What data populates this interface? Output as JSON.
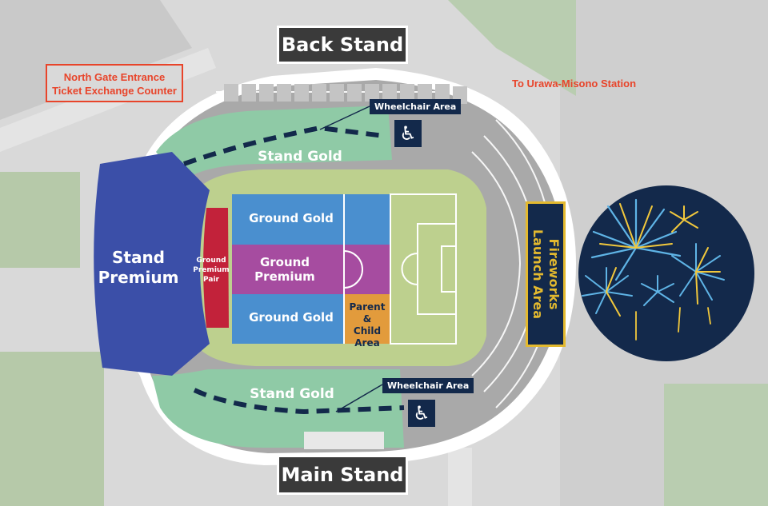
{
  "map": {
    "gate_label_line1": "North Gate Entrance",
    "gate_label_line2": "Ticket Exchange Counter",
    "station_label": "To Urawa-Misono Station",
    "back_stand": "Back Stand",
    "main_stand": "Main Stand",
    "wheelchair_top": "Wheelchair Area",
    "wheelchair_bottom": "Wheelchair Area",
    "stand_gold_top": "Stand Gold",
    "stand_gold_bottom": "Stand Gold",
    "stand_premium_line1": "Stand",
    "stand_premium_line2": "Premium",
    "ground_premium_pair_line1": "Ground",
    "ground_premium_pair_line2": "Premium",
    "ground_premium_pair_line3": "Pair",
    "ground_gold_top": "Ground Gold",
    "ground_gold_bottom": "Ground Gold",
    "ground_premium_line1": "Ground",
    "ground_premium_line2": "Premium",
    "parent_child_line1": "Parent &",
    "parent_child_line2": "Child",
    "parent_child_line3": "Area",
    "fireworks_line1": "Fireworks",
    "fireworks_line2": "Launch Area"
  },
  "colors": {
    "stand_premium": "#3b4fa8",
    "ground_premium_pair": "#c2223a",
    "ground_gold": "#4a8fcf",
    "ground_premium": "#a64ca0",
    "parent_child": "#e29b3c",
    "stand_gold": "#8fcaa6",
    "pitch": "#bdd08e",
    "navy": "#13294b",
    "accent_red": "#e8442a",
    "fireworks_gold": "#e3b92f"
  },
  "icons": {
    "wheelchair": "wheelchair-icon",
    "fireworks": "fireworks-icon"
  }
}
